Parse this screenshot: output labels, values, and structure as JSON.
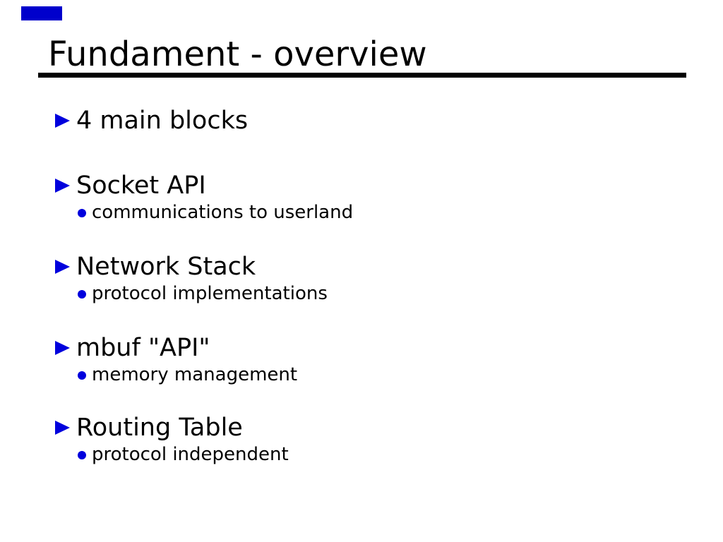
{
  "slide": {
    "title": "Fundament - overview",
    "colors": {
      "bullet_blue": "#0000dd",
      "corner_blue": "#0000cc",
      "underline_black": "#000000",
      "background": "#ffffff"
    }
  },
  "bullets": [
    {
      "label": "4 main blocks",
      "sub": null
    },
    {
      "label": "Socket API",
      "sub": "communications to userland"
    },
    {
      "label": "Network Stack",
      "sub": "protocol implementations"
    },
    {
      "label": "mbuf \"API\"",
      "sub": "memory management"
    },
    {
      "label": "Routing Table",
      "sub": "protocol independent"
    }
  ]
}
